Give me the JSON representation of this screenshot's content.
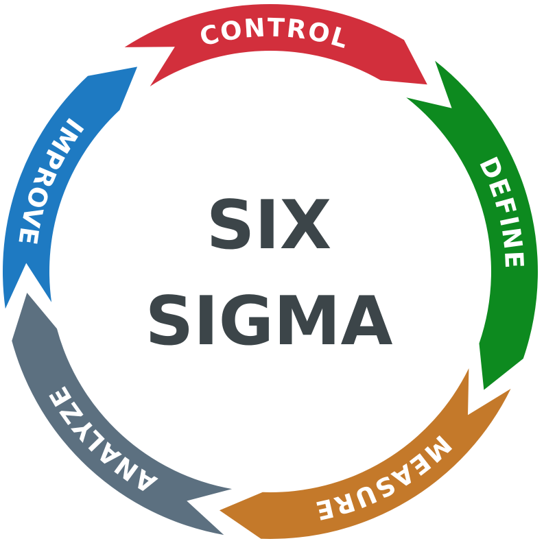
{
  "center": {
    "line1": "SIX",
    "line2": "SIGMA",
    "color": "#3c4549"
  },
  "cycle": [
    {
      "key": "control",
      "label": "CONTROL",
      "color": "#d22f3c"
    },
    {
      "key": "define",
      "label": "DEFINE",
      "color": "#0d8a1f"
    },
    {
      "key": "measure",
      "label": "MEASURE",
      "color": "#c4792a"
    },
    {
      "key": "analyze",
      "label": "ANALYZE",
      "color": "#5c7080"
    },
    {
      "key": "improve",
      "label": "IMPROVE",
      "color": "#1e7ac2"
    }
  ]
}
